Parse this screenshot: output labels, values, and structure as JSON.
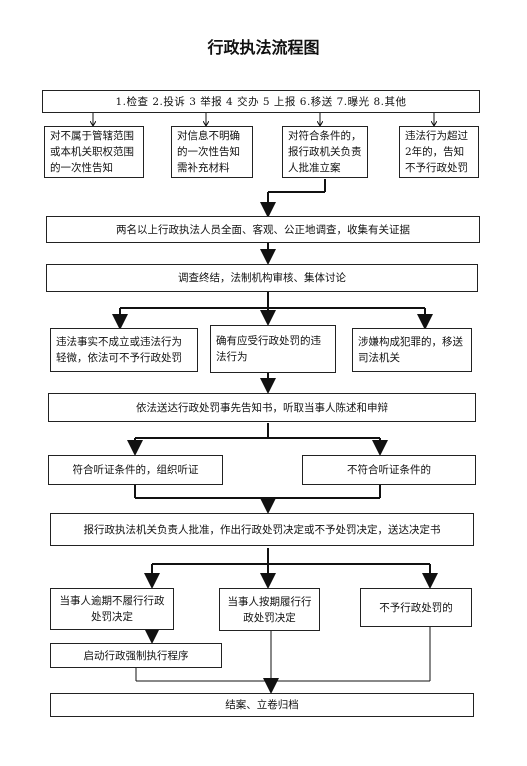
{
  "title": "行政执法流程图",
  "sources": "1.检查  2.投诉  3 举报  4 交办  5 上报  6.移送  7.曝光  8.其他",
  "branches": [
    "对不属于管辖范围或本机关职权范围的一次性告知",
    "对信息不明确的一次性告知需补充材料",
    "对符合条件的，报行政机关负责人批准立案",
    "违法行为超过2年的，告知不予行政处罚"
  ],
  "investigate": "两名以上行政执法人员全面、客观、公正地调查，收集有关证据",
  "review": "调查终结，法制机构审核、集体讨论",
  "outcomes": [
    "违法事实不成立或违法行为轻微，依法可不予行政处罚",
    "确有应受行政处罚的违法行为",
    "涉嫌构成犯罪的，移送司法机关"
  ],
  "notice": "依法送达行政处罚事先告知书，听取当事人陈述和申辩",
  "hearing": {
    "yes": "符合听证条件的，组织听证",
    "no": "不符合听证条件的"
  },
  "decision": "报行政执法机关负责人批准，作出行政处罚决定或不予处罚决定，送达决定书",
  "results": [
    "当事人逾期不履行行政处罚决定",
    "当事人按期履行行政处罚决定",
    "不予行政处罚的"
  ],
  "enforce": "启动行政强制执行程序",
  "close": "结案、立卷归档"
}
